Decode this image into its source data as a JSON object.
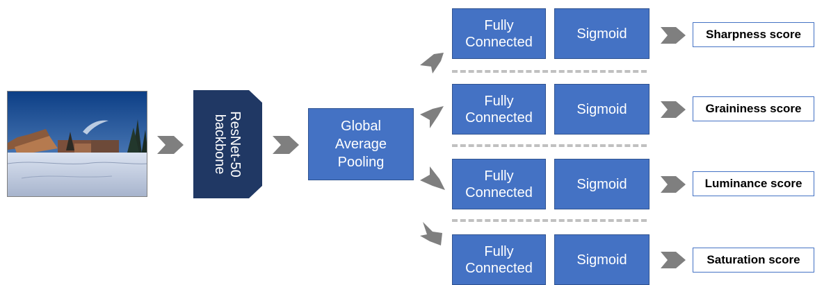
{
  "input_image": {
    "icon": "snowy-campus-photo"
  },
  "backbone": {
    "label": "ResNet-50\nbackbone"
  },
  "pooling": {
    "label": "Global\nAverage\nPooling"
  },
  "branches": [
    {
      "fc_label": "Fully\nConnected",
      "sigmoid_label": "Sigmoid",
      "score_label": "Sharpness score"
    },
    {
      "fc_label": "Fully\nConnected",
      "sigmoid_label": "Sigmoid",
      "score_label": "Graininess score"
    },
    {
      "fc_label": "Fully\nConnected",
      "sigmoid_label": "Sigmoid",
      "score_label": "Luminance score"
    },
    {
      "fc_label": "Fully\nConnected",
      "sigmoid_label": "Sigmoid",
      "score_label": "Saturation score"
    }
  ],
  "colors": {
    "box_fill": "#4472c4",
    "box_border": "#2f528f",
    "backbone_fill": "#203864",
    "arrow": "#7f7f7f",
    "divider": "#c0c0c0"
  }
}
